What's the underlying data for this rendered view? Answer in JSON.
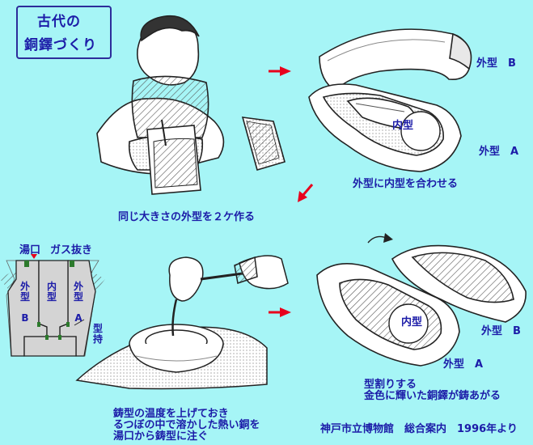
{
  "title": {
    "line1": "古代の",
    "line2": "銅鐸づくり"
  },
  "labels": {
    "outer_b": "外型　B",
    "outer_a": "外型　A",
    "inner_mold": "内型",
    "combine": "外型に内型を合わせる",
    "make_two": "同じ大きさの外型を２ケ作る",
    "pouring_gate": "湯口",
    "gas_vent": "ガス抜き",
    "inner_mold_bottom": "内型",
    "outer_b_bottom": "外型　B",
    "outer_a_bottom": "外型　A",
    "split": [
      "型割りする",
      "金色に輝いた銅鐸が鋳あがる"
    ],
    "pour_steps": [
      "鋳型の温度を上げておき",
      "るつぼの中で溶かした熱い銅を",
      "湯口から鋳型に注ぐ"
    ],
    "source": "神戸市立博物館　総合案内　1996年より"
  },
  "section_diagram": {
    "outer_b": {
      "chars": [
        "外",
        "型",
        "B"
      ]
    },
    "inner": {
      "chars": [
        "内",
        "型"
      ]
    },
    "outer_a": {
      "chars": [
        "外",
        "型",
        "A"
      ]
    },
    "holder": {
      "chars": [
        "型",
        "持"
      ]
    }
  },
  "colors": {
    "arrow": "#e8001c",
    "text": "#1c1ca8",
    "background": "#a6f5f6",
    "mold_gray": "#d4d4d4"
  }
}
